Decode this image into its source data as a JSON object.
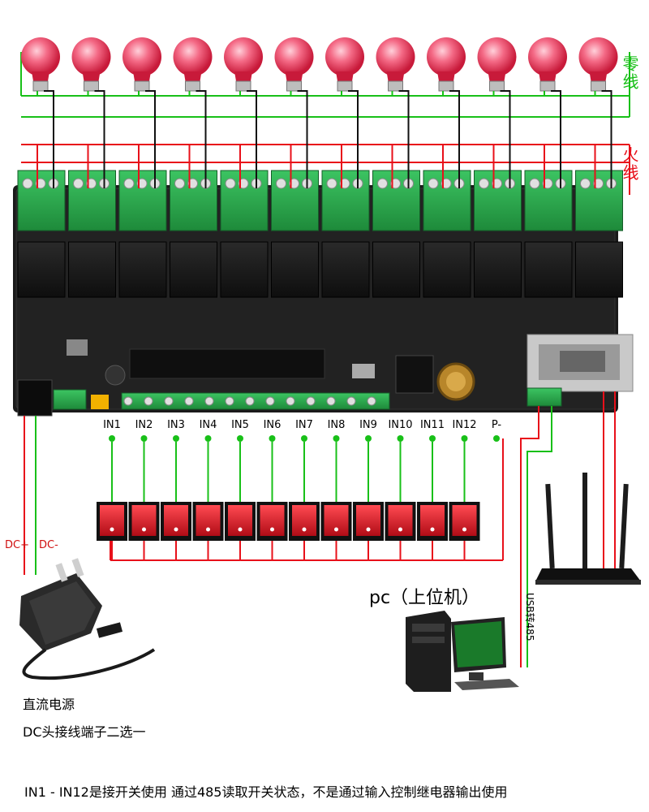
{
  "lines": {
    "neutral_label": "零线",
    "live_label": "火线"
  },
  "inputs": [
    "IN1",
    "IN2",
    "IN3",
    "IN4",
    "IN5",
    "IN6",
    "IN7",
    "IN8",
    "IN9",
    "IN10",
    "IN11",
    "IN12",
    "P-"
  ],
  "power": {
    "dc_plus": "DC+",
    "dc_minus": "DC-",
    "title": "直流电源",
    "subtitle": "DC头接线端子二选一"
  },
  "pc": {
    "title": "pc（上位机）",
    "usb_label": "USB转485"
  },
  "note": "IN1 - IN12是接开关使用  通过485读取开关状态，不是通过输入控制继电器输出使用",
  "colors": {
    "live_wire": "#e8101a",
    "neutral_wire": "#18c018",
    "board": "#1a1a1a",
    "terminal": "#2aa84a",
    "switch": "#d0101a",
    "bulb": "#ef3a5a"
  },
  "counts": {
    "bulbs": 12,
    "switches": 12
  }
}
